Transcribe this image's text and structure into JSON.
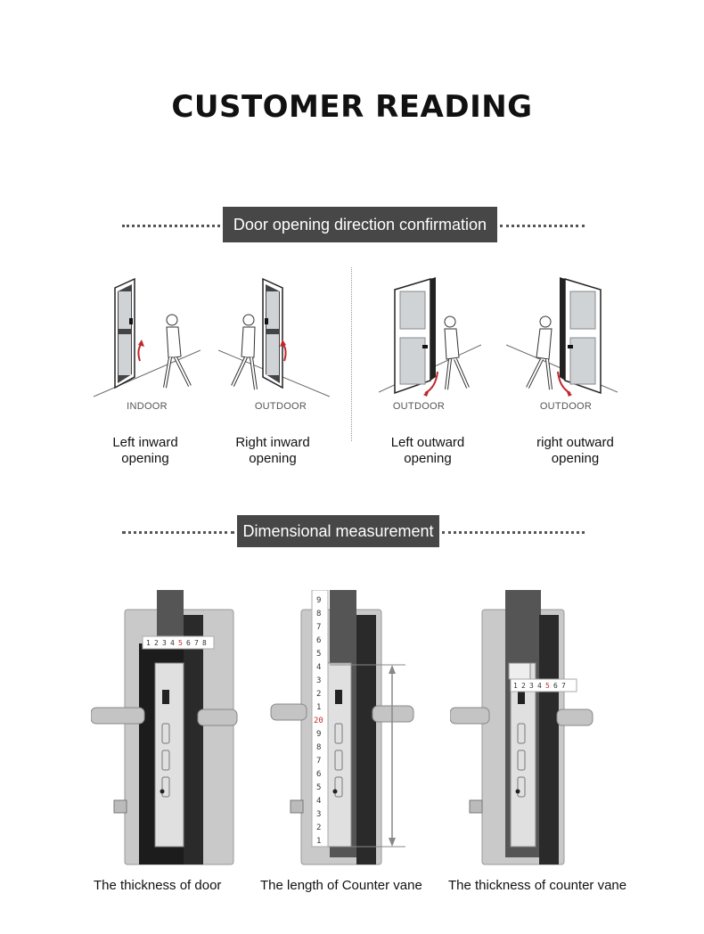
{
  "title": "CUSTOMER READING",
  "section1": {
    "header": "Door opening direction confirmation",
    "doors": [
      {
        "side": "INDOOR",
        "line1": "Left inward",
        "line2": "opening"
      },
      {
        "side": "OUTDOOR",
        "line1": "Right inward",
        "line2": "opening"
      },
      {
        "side": "OUTDOOR",
        "line1": "Left outward",
        "line2": "opening"
      },
      {
        "side": "OUTDOOR",
        "line1": "right outward",
        "line2": "opening"
      }
    ]
  },
  "section2": {
    "header": "Dimensional measurement",
    "captions": [
      "The thickness of door",
      "The length of Counter vane",
      "The thickness of counter vane"
    ],
    "ruler_digits_h": [
      "1",
      "2",
      "3",
      "4",
      "5",
      "6",
      "7",
      "8"
    ],
    "ruler_digits_v": [
      "9",
      "8",
      "7",
      "6",
      "5",
      "4",
      "3",
      "2",
      "1",
      "20",
      "9",
      "8",
      "7",
      "6",
      "5",
      "4",
      "3",
      "2",
      "1"
    ]
  },
  "colors": {
    "header_bg": "#474747",
    "arrow_red": "#c0282d",
    "steel": "#bdbdbd",
    "dark_panel": "#1c1c1c"
  }
}
